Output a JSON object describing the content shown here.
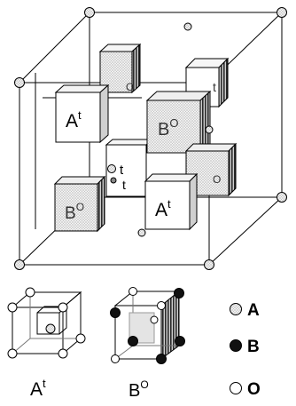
{
  "structure": {
    "large_cube_labels": [
      {
        "base": "A",
        "sup": "t"
      },
      {
        "base": "B",
        "sup": "O"
      },
      {
        "base": "B",
        "sup": "O"
      },
      {
        "base": "A",
        "sup": "t"
      }
    ],
    "small_labels": [
      "t",
      "t",
      "t",
      "O",
      "O"
    ]
  },
  "insets": [
    {
      "base": "A",
      "sup": "t"
    },
    {
      "base": "B",
      "sup": "O"
    }
  ],
  "legend": [
    {
      "symbol": "dotted-circle",
      "label": "A"
    },
    {
      "symbol": "filled-circle",
      "label": "B"
    },
    {
      "symbol": "open-circle",
      "label": "O"
    }
  ],
  "colors": {
    "line": "#000000",
    "cube_fill": "#ffffff",
    "cube_shade": "#d6d6d6",
    "hatch": "#3a3a3a",
    "atom_A": "#bdbdbd",
    "atom_B": "#111111",
    "atom_O": "#ffffff"
  }
}
